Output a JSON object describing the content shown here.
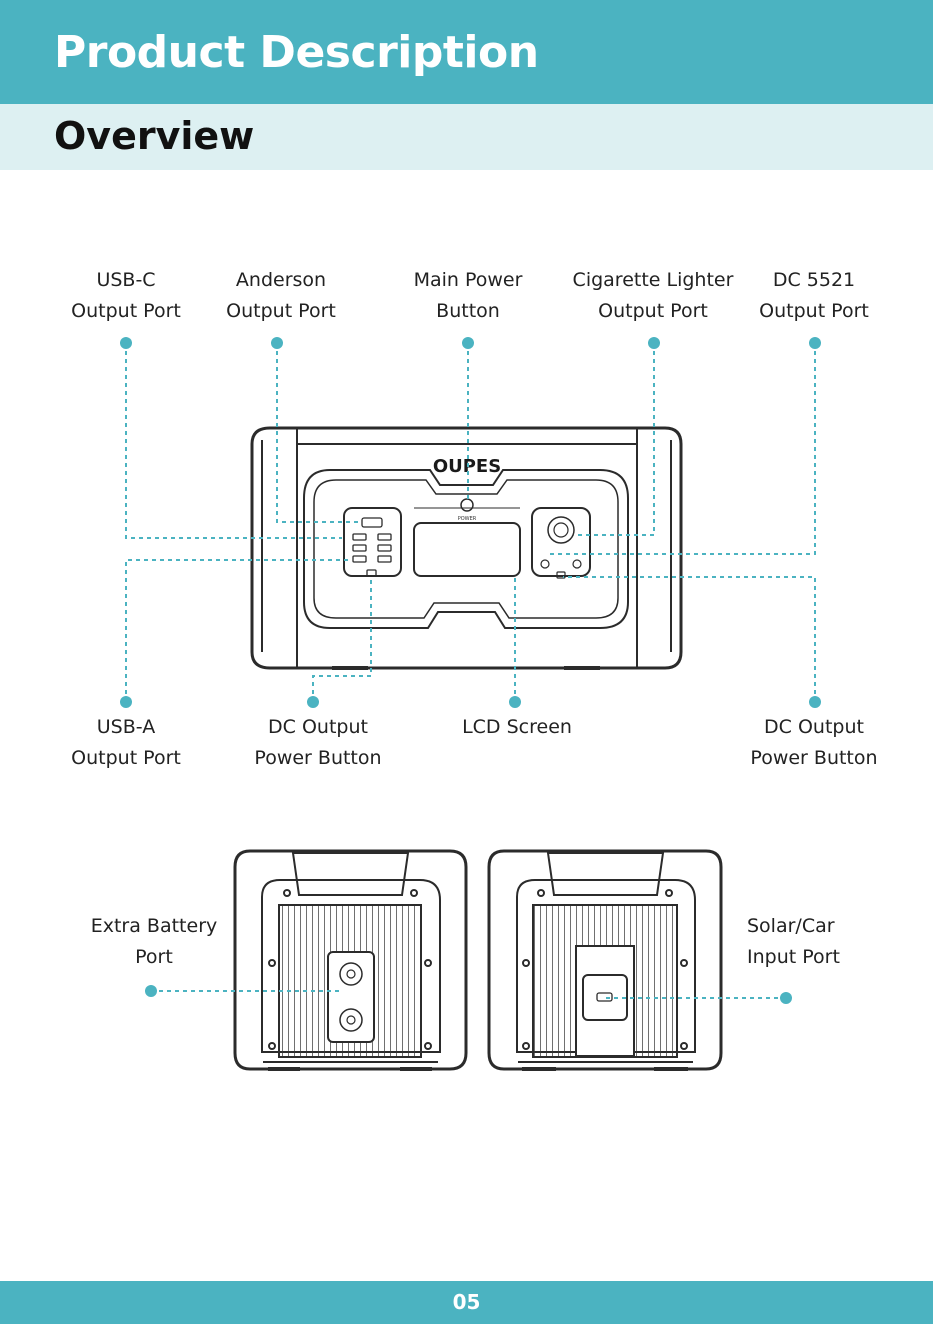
{
  "header": {
    "title": "Product Description"
  },
  "section": {
    "title": "Overview"
  },
  "front_view": {
    "brand_logo": "OUPES",
    "power_label": "POWER",
    "labels_top": [
      {
        "id": "usb-c",
        "text": "USB-C\nOutput Port"
      },
      {
        "id": "anderson",
        "text": "Anderson\nOutput Port"
      },
      {
        "id": "main-power",
        "text": "Main Power\nButton"
      },
      {
        "id": "cigarette",
        "text": "Cigarette Lighter\nOutput Port"
      },
      {
        "id": "dc5521",
        "text": "DC 5521\nOutput Port"
      }
    ],
    "labels_bottom": [
      {
        "id": "usb-a",
        "text": "USB-A\nOutput Port"
      },
      {
        "id": "dc-power-left",
        "text": "DC Output\nPower Button"
      },
      {
        "id": "lcd",
        "text": "LCD Screen"
      },
      {
        "id": "dc-power-right",
        "text": "DC Output\nPower Button"
      }
    ]
  },
  "back_view": {
    "labels": [
      {
        "id": "extra-battery",
        "text": "Extra Battery\nPort"
      },
      {
        "id": "solar-car",
        "text": "Solar/Car\nInput Port"
      }
    ]
  },
  "footer": {
    "page_number": "05"
  },
  "colors": {
    "accent": "#4bb3c1",
    "sub_band": "#ddf0f2",
    "line": "#2b2b2b"
  },
  "icons": [
    "power-station-front",
    "power-station-back-left",
    "power-station-back-right"
  ]
}
